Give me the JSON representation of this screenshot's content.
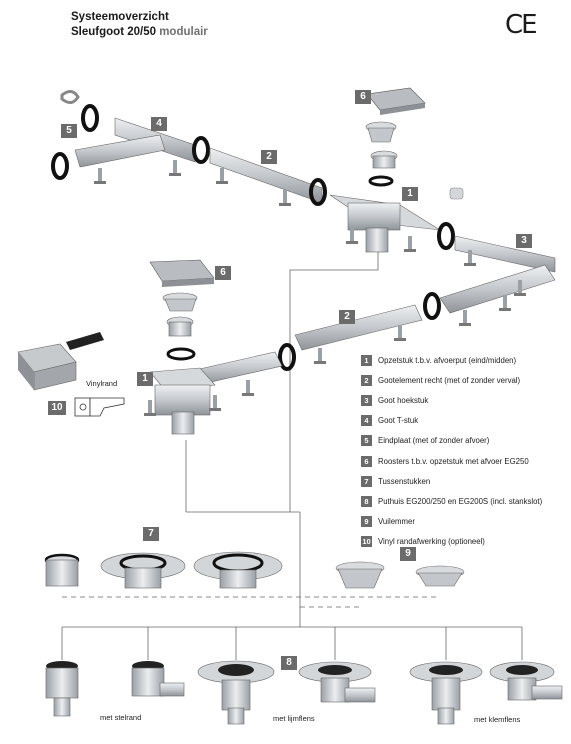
{
  "header": {
    "title_line1": "Systeemoverzicht",
    "title_line2": "Sleufgoot 20/50",
    "title_line2_suffix": "modulair",
    "ce_mark": "CE"
  },
  "badges": [
    "1",
    "1",
    "2",
    "2",
    "3",
    "4",
    "5",
    "6",
    "6",
    "7",
    "8",
    "9",
    "10"
  ],
  "legend": {
    "items": [
      {
        "num": "1",
        "text": "Opzetstuk t.b.v. afvoerput (eind/midden)"
      },
      {
        "num": "2",
        "text": "Gootelement recht (met of zonder verval)"
      },
      {
        "num": "3",
        "text": "Goot hoekstuk"
      },
      {
        "num": "4",
        "text": "Goot T-stuk"
      },
      {
        "num": "5",
        "text": "Eindplaat (met of zonder afvoer)"
      },
      {
        "num": "6",
        "text": "Roosters t.b.v. opzetstuk met afvoer EG250"
      },
      {
        "num": "7",
        "text": "Tussenstukken"
      },
      {
        "num": "8",
        "text": "Puthuis EG200/250 en EG200S (incl. stankslot)"
      },
      {
        "num": "9",
        "text": "Vuilemmer"
      },
      {
        "num": "10",
        "text": "Vinyl randafwerking (optioneel)"
      }
    ]
  },
  "labels": {
    "vinylrand": "Vinylrand",
    "stelrand": "met stelrand",
    "lijmflens": "met lijmflens",
    "klemflens": "met klemflens"
  },
  "colors": {
    "badge": "#6b6b6b",
    "steel": "#c9ccd0",
    "steel_dark": "#8d9196",
    "gasket": "#111111"
  }
}
